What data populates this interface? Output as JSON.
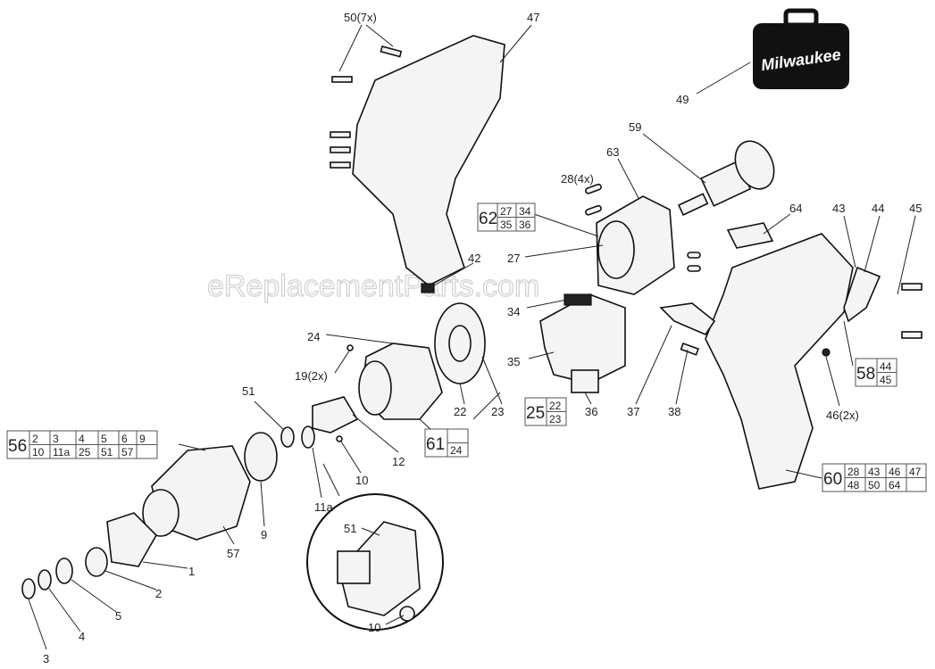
{
  "watermark": "eReplacementParts.com",
  "logo_text": "Milwaukee",
  "callouts": {
    "c50": "50(7x)",
    "c47": "47",
    "c49": "49",
    "c59": "59",
    "c63": "63",
    "c28": "28(4x)",
    "c64": "64",
    "c43": "43",
    "c44": "44",
    "c45": "45",
    "c27": "27",
    "c42": "42",
    "c34": "34",
    "c24": "24",
    "c19": "19(2x)",
    "c35": "35",
    "c51": "51",
    "c22": "22",
    "c23": "23",
    "c36": "36",
    "c37": "37",
    "c38": "38",
    "c46": "46(2x)",
    "c12": "12",
    "c10": "10",
    "c11a": "11a",
    "c9": "9",
    "c57": "57",
    "c1": "1",
    "c2": "2",
    "c5": "5",
    "c4": "4",
    "c3": "3",
    "inset51": "51",
    "inset10": "10"
  },
  "kits": {
    "k56": {
      "id": "56",
      "row1": [
        "2",
        "3",
        "4",
        "5",
        "6",
        "9"
      ],
      "row2": [
        "10",
        "11a",
        "25",
        "51",
        "57",
        ""
      ]
    },
    "k62": {
      "id": "62",
      "row1": [
        "27",
        "34"
      ],
      "row2": [
        "35",
        "36"
      ]
    },
    "k25": {
      "id": "25",
      "row1": [
        "22"
      ],
      "row2": [
        "23"
      ]
    },
    "k61": {
      "id": "61",
      "row1": [
        ""
      ],
      "row2": [
        "24"
      ]
    },
    "k58": {
      "id": "58",
      "row1": [
        "44"
      ],
      "row2": [
        "45"
      ]
    },
    "k60": {
      "id": "60",
      "row1": [
        "28",
        "43",
        "46",
        "47"
      ],
      "row2": [
        "48",
        "50",
        "64",
        ""
      ]
    }
  }
}
